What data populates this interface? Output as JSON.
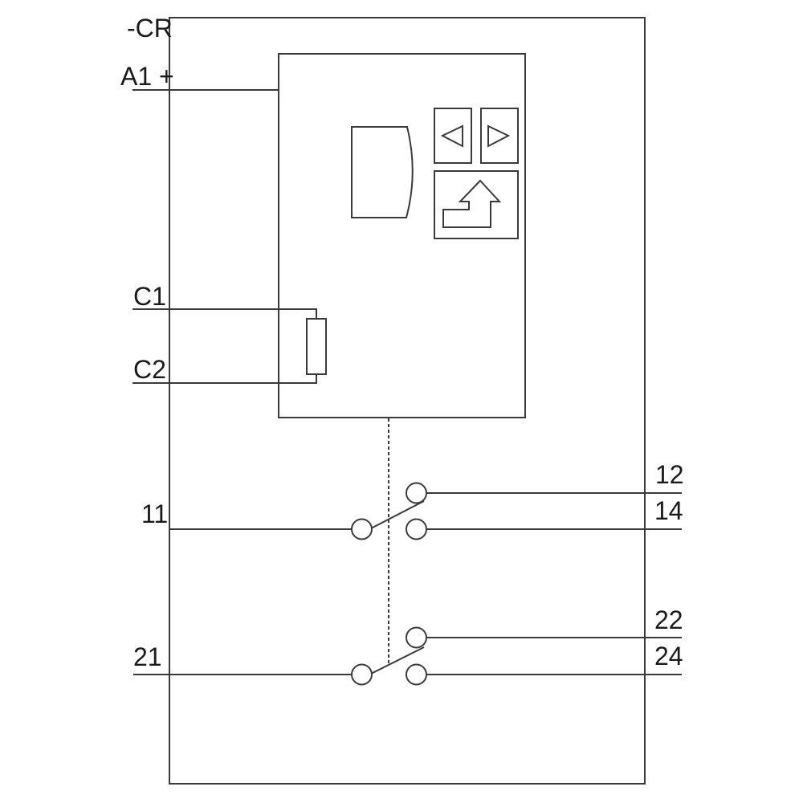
{
  "diagram": {
    "device_label": "-CR",
    "coil": {
      "a1": "A1 +"
    },
    "control_input": {
      "c1": "C1",
      "c2": "C2"
    },
    "contacts": {
      "co1": {
        "common": "11",
        "nc": "12",
        "no": "14"
      },
      "co2": {
        "common": "21",
        "nc": "22",
        "no": "24"
      }
    },
    "icons": [
      "display-icon",
      "arrow-left-button-icon",
      "arrow-right-button-icon",
      "enter-arrow-button-icon"
    ],
    "colors": {
      "line": "#3a3a3a",
      "text": "#1a1a1a",
      "background": "#ffffff"
    }
  }
}
